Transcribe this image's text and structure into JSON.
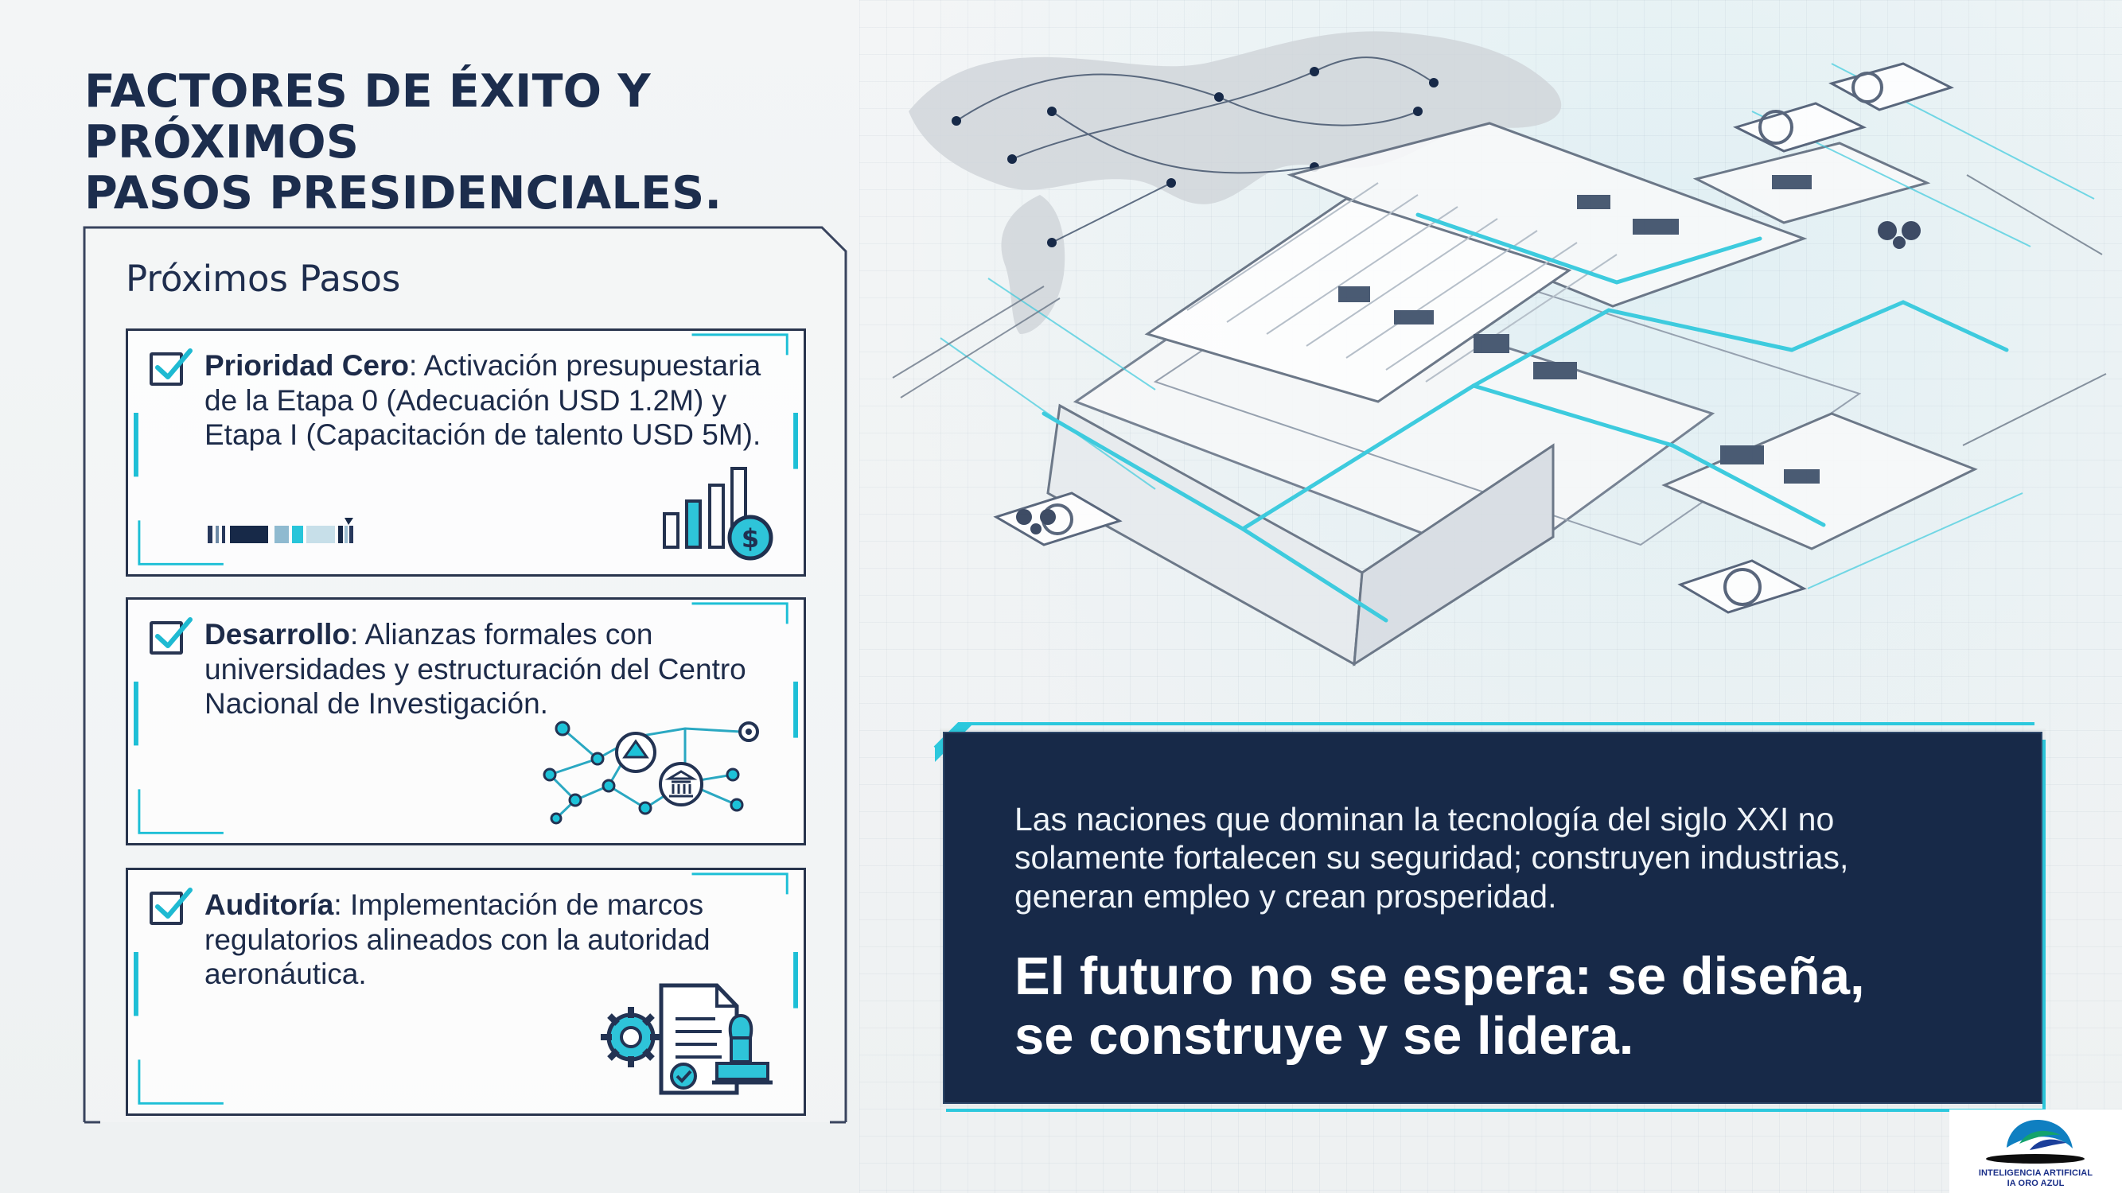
{
  "headline": {
    "line1": "FACTORES DE ÉXITO Y PRÓXIMOS",
    "line2": "PASOS PRESIDENCIALES."
  },
  "steps_panel": {
    "title": "Próximos Pasos",
    "items": [
      {
        "label": "Prioridad Cero",
        "text": ": Activación presupuestaria de la Etapa 0 (Adecuación USD 1.2M) y Etapa I (Capacitación de talento USD 5M).",
        "icon": "bar-chart-dollar-icon"
      },
      {
        "label": "Desarrollo",
        "text": ": Alianzas formales con universidades y estructuración del Centro Nacional de Investigación.",
        "icon": "network-institution-icon"
      },
      {
        "label": "Auditoría",
        "text": ": Implementación de marcos regulatorios alineados con la autoridad aeronáutica.",
        "icon": "document-gear-stamp-icon"
      }
    ]
  },
  "quote": {
    "body": "Las naciones que dominan la tecnología del siglo XXI no solamente fortalecen su seguridad; construyen industrias, generan empleo y crean prosperidad.",
    "highlight": "El futuro no se espera: se diseña, se construye y se lidera."
  },
  "brand": {
    "line1": "INTELIGENCIA ARTIFICIAL",
    "line2": "IA ORO AZUL"
  },
  "colors": {
    "navy": "#172948",
    "cyan": "#29c6dc",
    "text": "#1d2b49",
    "background": "#f1f3f4"
  },
  "icons": {
    "checkbox": "checkbox-checked-icon",
    "map": "world-map-network-icon",
    "facility": "industrial-blueprint-icon",
    "logo": "oro-azul-logo-icon"
  }
}
